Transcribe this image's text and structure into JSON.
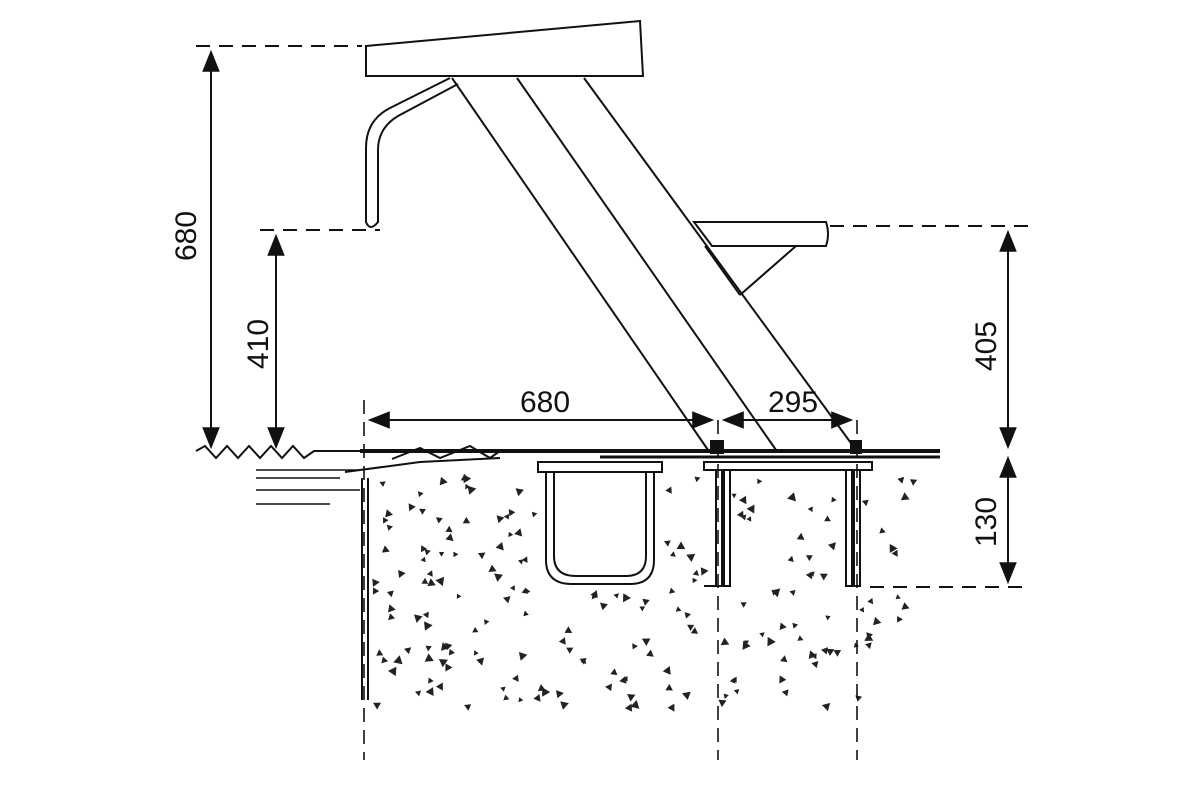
{
  "drawing": {
    "dimensions": {
      "platform_height": "680",
      "handle_height": "410",
      "step_height": "405",
      "anchor_spacing_front": "680",
      "anchor_spacing_rear": "295",
      "anchor_depth": "130"
    }
  }
}
